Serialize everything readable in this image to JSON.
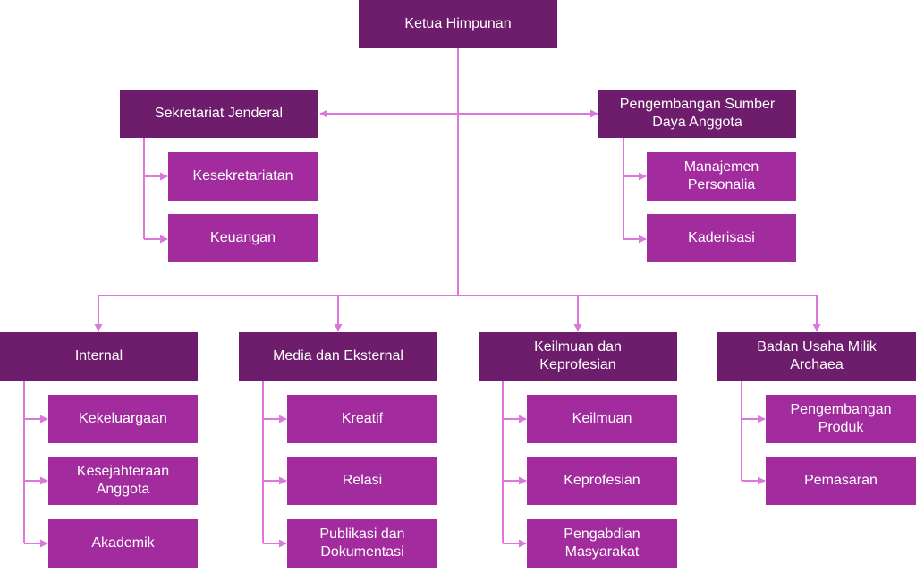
{
  "colors": {
    "head_box": "#6d1d6b",
    "sub_box": "#a22c9d",
    "connector": "#dc78db",
    "text": "#ffffff",
    "background": "#ffffff"
  },
  "chair": "Ketua Himpunan",
  "upper_divisions": [
    {
      "title": "Sekretariat Jenderal",
      "units": [
        "Kesekretariatan",
        "Keuangan"
      ]
    },
    {
      "title": "Pengembangan Sumber Daya Anggota",
      "units": [
        "Manajemen Personalia",
        "Kaderisasi"
      ]
    }
  ],
  "lower_divisions": [
    {
      "title": "Internal",
      "units": [
        "Kekeluargaan",
        "Kesejahteraan Anggota",
        "Akademik"
      ]
    },
    {
      "title": "Media dan Eksternal",
      "units": [
        "Kreatif",
        "Relasi",
        "Publikasi dan Dokumentasi"
      ]
    },
    {
      "title": "Keilmuan dan Keprofesian",
      "units": [
        "Keilmuan",
        "Keprofesian",
        "Pengabdian Masyarakat"
      ]
    },
    {
      "title": "Badan Usaha Milik Archaea",
      "units": [
        "Pengembangan Produk",
        "Pemasaran"
      ]
    }
  ]
}
